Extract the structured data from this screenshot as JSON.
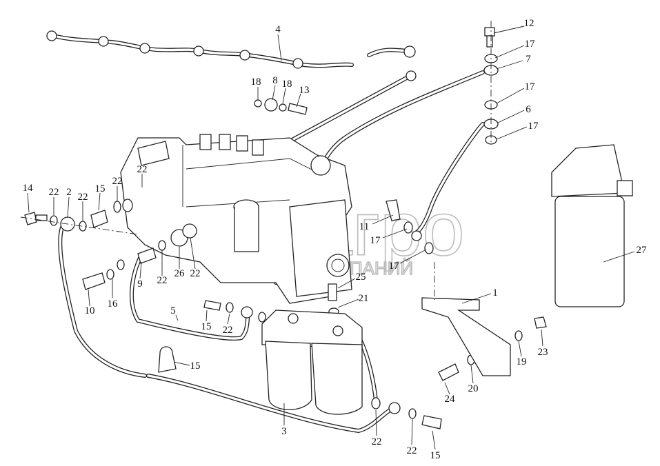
{
  "callouts": [
    "4",
    "12",
    "17",
    "7",
    "18",
    "8",
    "18",
    "13",
    "17",
    "6",
    "17",
    "22",
    "14",
    "22",
    "2",
    "22",
    "15",
    "22",
    "11",
    "17",
    "27",
    "17",
    "22",
    "26",
    "22",
    "25",
    "9",
    "16",
    "10",
    "1",
    "21",
    "5",
    "15",
    "22",
    "23",
    "19",
    "15",
    "20",
    "24",
    "3",
    "22",
    "22",
    "15"
  ],
  "watermark": {
    "brand": "белагро",
    "subtitle": "ГРУППА КОМПАНИЙ"
  }
}
